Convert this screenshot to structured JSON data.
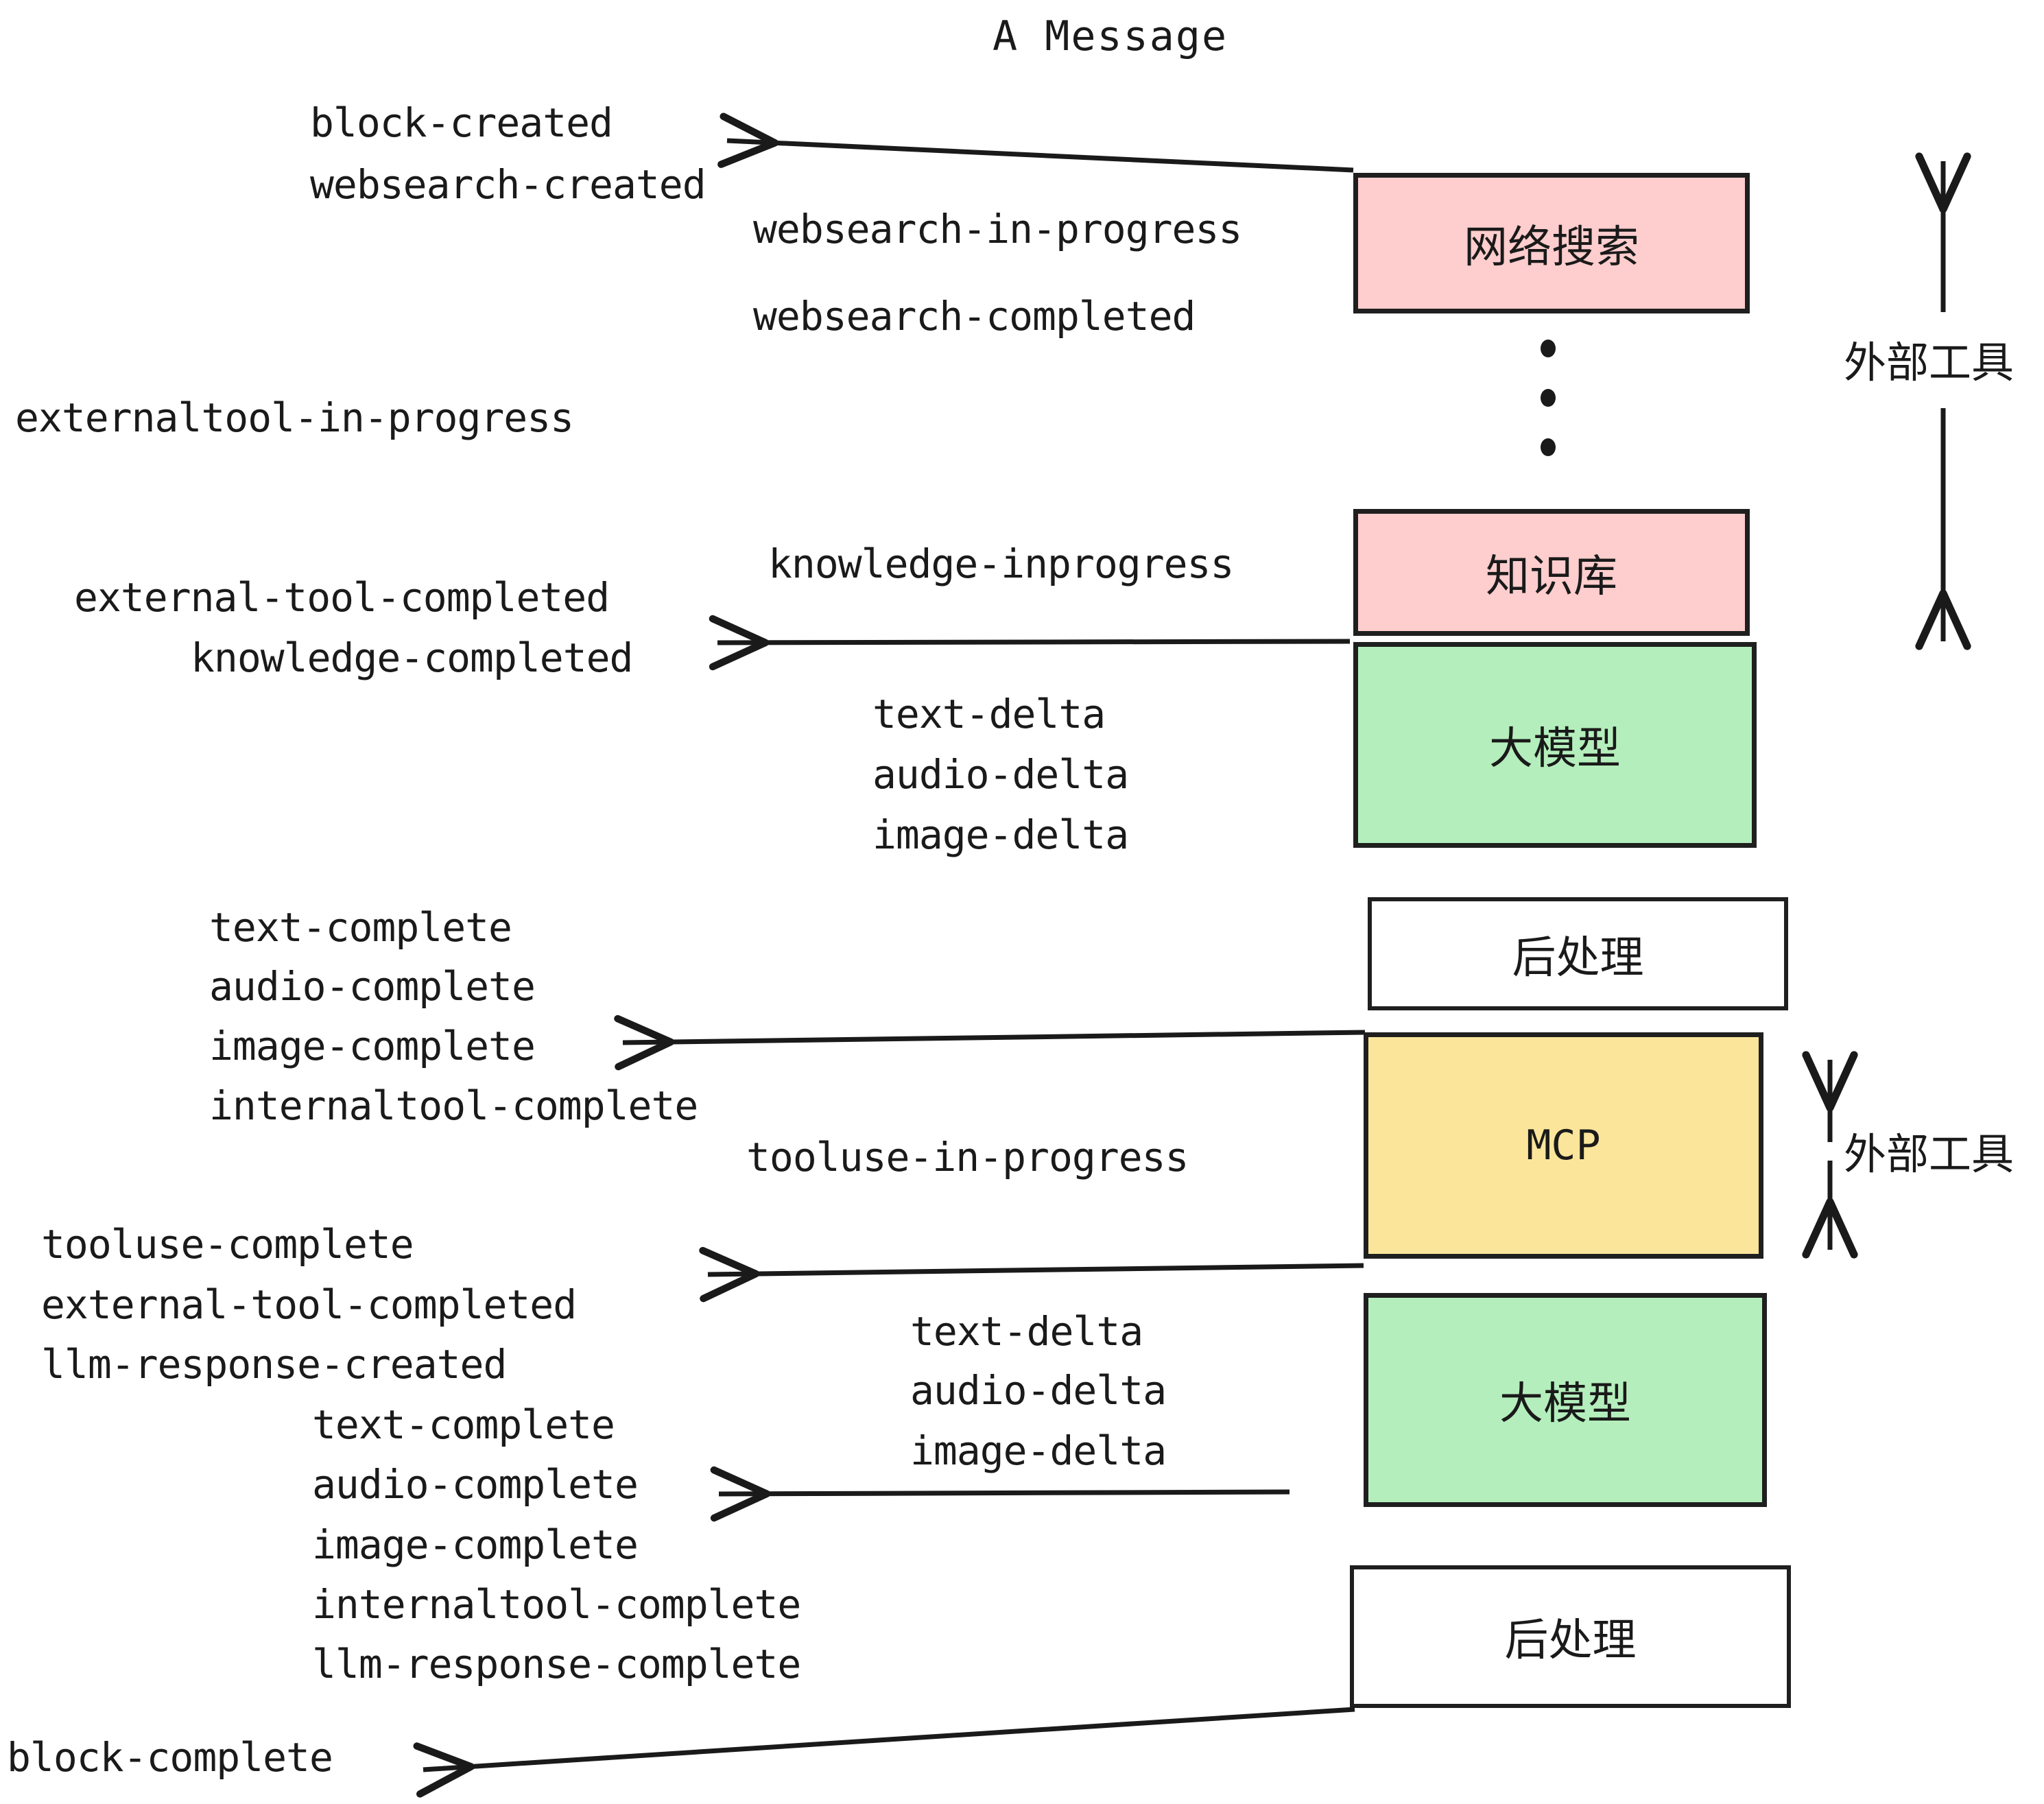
{
  "title": "A Message",
  "events": {
    "block_created": "block-created",
    "websearch_created": "websearch-created",
    "websearch_in_progress": "websearch-in-progress",
    "websearch_completed": "websearch-completed",
    "externaltool_in_progress": "externaltool-in-progress",
    "knowledge_inprogress": "knowledge-inprogress",
    "external_tool_completed_1": "external-tool-completed",
    "knowledge_completed": "knowledge-completed",
    "text_delta_1": "text-delta",
    "audio_delta_1": "audio-delta",
    "image_delta_1": "image-delta",
    "text_complete_1": "text-complete",
    "audio_complete_1": "audio-complete",
    "image_complete_1": "image-complete",
    "internaltool_complete_1": "internaltool-complete",
    "tooluse_in_progress": "tooluse-in-progress",
    "tooluse_complete": "tooluse-complete",
    "external_tool_completed_2": "external-tool-completed",
    "llm_response_created": "llm-response-created",
    "text_delta_2": "text-delta",
    "audio_delta_2": "audio-delta",
    "image_delta_2": "image-delta",
    "text_complete_2": "text-complete",
    "audio_complete_2": "audio-complete",
    "image_complete_2": "image-complete",
    "internaltool_complete_2": "internaltool-complete",
    "llm_response_complete": "llm-response-complete",
    "block_complete": "block-complete"
  },
  "nodes": {
    "websearch": "网络搜索",
    "knowledge": "知识库",
    "llm_1": "大模型",
    "postprocess_1": "后处理",
    "mcp": "MCP",
    "llm_2": "大模型",
    "postprocess_2": "后处理"
  },
  "annotations": {
    "external_tool_upper": "外部工具",
    "external_tool_lower": "外部工具"
  },
  "colors": {
    "pink": "#fecdcd",
    "green": "#b4eebc",
    "yellow": "#fae59a",
    "white": "#ffffff",
    "stroke": "#1f1f1f",
    "text": "#1a1a1a"
  }
}
